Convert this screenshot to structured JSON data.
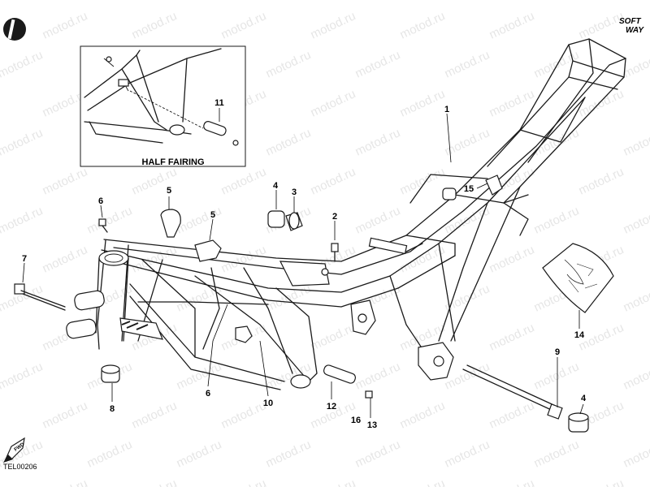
{
  "diagram": {
    "reference_code": "TEL00206",
    "watermark_text": "motod.ru",
    "brand": {
      "line1": "SOFT",
      "line2": "WAY"
    },
    "inset_caption": "HALF FAIRING",
    "forward_label": "FWD",
    "callouts": [
      "1",
      "2",
      "3",
      "4",
      "5",
      "5",
      "6",
      "6",
      "7",
      "8",
      "9",
      "4",
      "10",
      "11",
      "12",
      "13",
      "14",
      "15",
      "16"
    ]
  }
}
